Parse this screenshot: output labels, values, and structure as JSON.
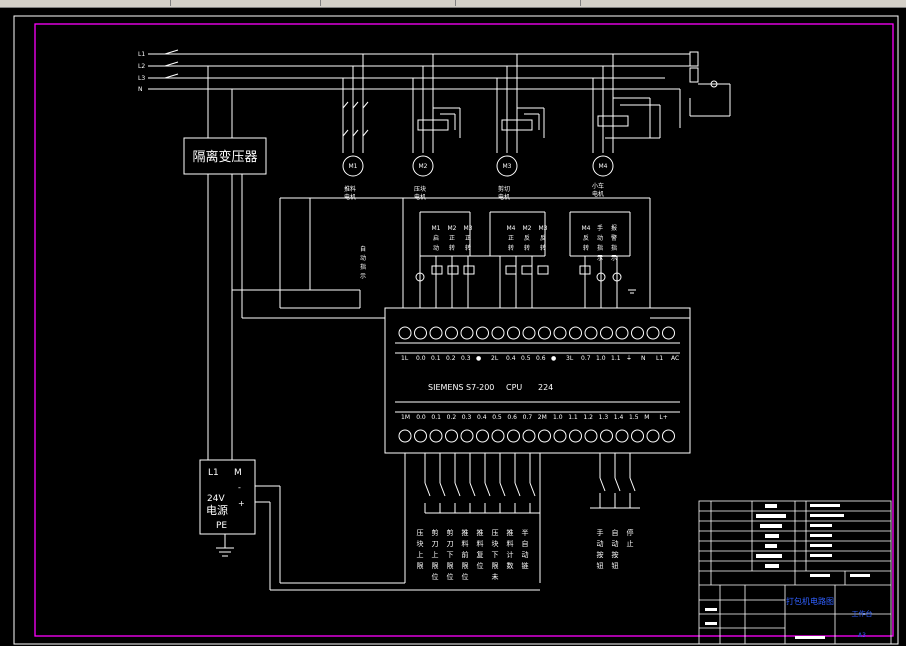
{
  "diagram": {
    "phase_labels": [
      "L1",
      "L2",
      "L3",
      "N"
    ],
    "transformer_label": "隔离变压器",
    "motors": [
      {
        "id": "M1",
        "label_lines": [
          "推料",
          "电机"
        ]
      },
      {
        "id": "M2",
        "label_lines": [
          "压块",
          "电机"
        ]
      },
      {
        "id": "M3",
        "label_lines": [
          "剪切",
          "电机"
        ]
      },
      {
        "id": "M4",
        "label_lines": [
          "小车",
          "电机"
        ]
      }
    ],
    "auto_label": [
      "自",
      "动",
      "指",
      "示"
    ],
    "output_columns": [
      [
        "M1",
        "启",
        "动"
      ],
      [
        "M2",
        "正",
        "转"
      ],
      [
        "M3",
        "正",
        "转"
      ],
      [
        "M4",
        "正",
        "转"
      ],
      [
        "M2",
        "反",
        "转"
      ],
      [
        "M3",
        "反",
        "转"
      ],
      [
        "M4",
        "反",
        "转"
      ],
      [
        "手",
        "动",
        "指",
        "示"
      ],
      [
        "报",
        "警",
        "指",
        "示"
      ]
    ],
    "plc": {
      "model": "SIEMENS S7-200",
      "cpu_label": "CPU",
      "cpu_number": "224",
      "output_terminals": [
        "1L",
        "0.0",
        "0.1",
        "0.2",
        "0.3",
        "●",
        "2L",
        "0.4",
        "0.5",
        "0.6",
        "●",
        "3L",
        "0.7",
        "1.0",
        "1.1",
        "⏚",
        "N",
        "L1",
        "AC"
      ],
      "input_terminals": [
        "1M",
        "0.0",
        "0.1",
        "0.2",
        "0.3",
        "0.4",
        "0.5",
        "0.6",
        "0.7",
        "2M",
        "1.0",
        "1.1",
        "1.2",
        "1.3",
        "1.4",
        "1.5",
        "M",
        "L+"
      ]
    },
    "power_supply": {
      "l1": "L1",
      "m": "M",
      "volt": "24V",
      "name": "电源",
      "pe": "PE",
      "minus": "-",
      "plus": "+"
    },
    "input_columns": [
      [
        "压",
        "块",
        "上",
        "限"
      ],
      [
        "剪",
        "刀",
        "上",
        "限",
        "位"
      ],
      [
        "剪",
        "刀",
        "下",
        "限",
        "位"
      ],
      [
        "推",
        "料",
        "前",
        "限",
        "位"
      ],
      [
        "推",
        "料",
        "复",
        "位"
      ],
      [
        "压",
        "块",
        "下",
        "限",
        "未"
      ],
      [
        "推",
        "料",
        "计",
        "数"
      ],
      [
        "半",
        "自",
        "动",
        "链"
      ]
    ],
    "input_columns_right": [
      [
        "手",
        "动",
        "按",
        "钮"
      ],
      [
        "自",
        "动",
        "按",
        "钮"
      ],
      [
        "停",
        "止"
      ]
    ]
  },
  "title_block": {
    "name": "打包机电路图",
    "drawing_no": "工作台",
    "sheet": "A3"
  },
  "colors": {
    "frame": "#ff00ff",
    "line": "#ffffff",
    "titleblock": "#ffffff",
    "name_text": "#3060ff"
  }
}
